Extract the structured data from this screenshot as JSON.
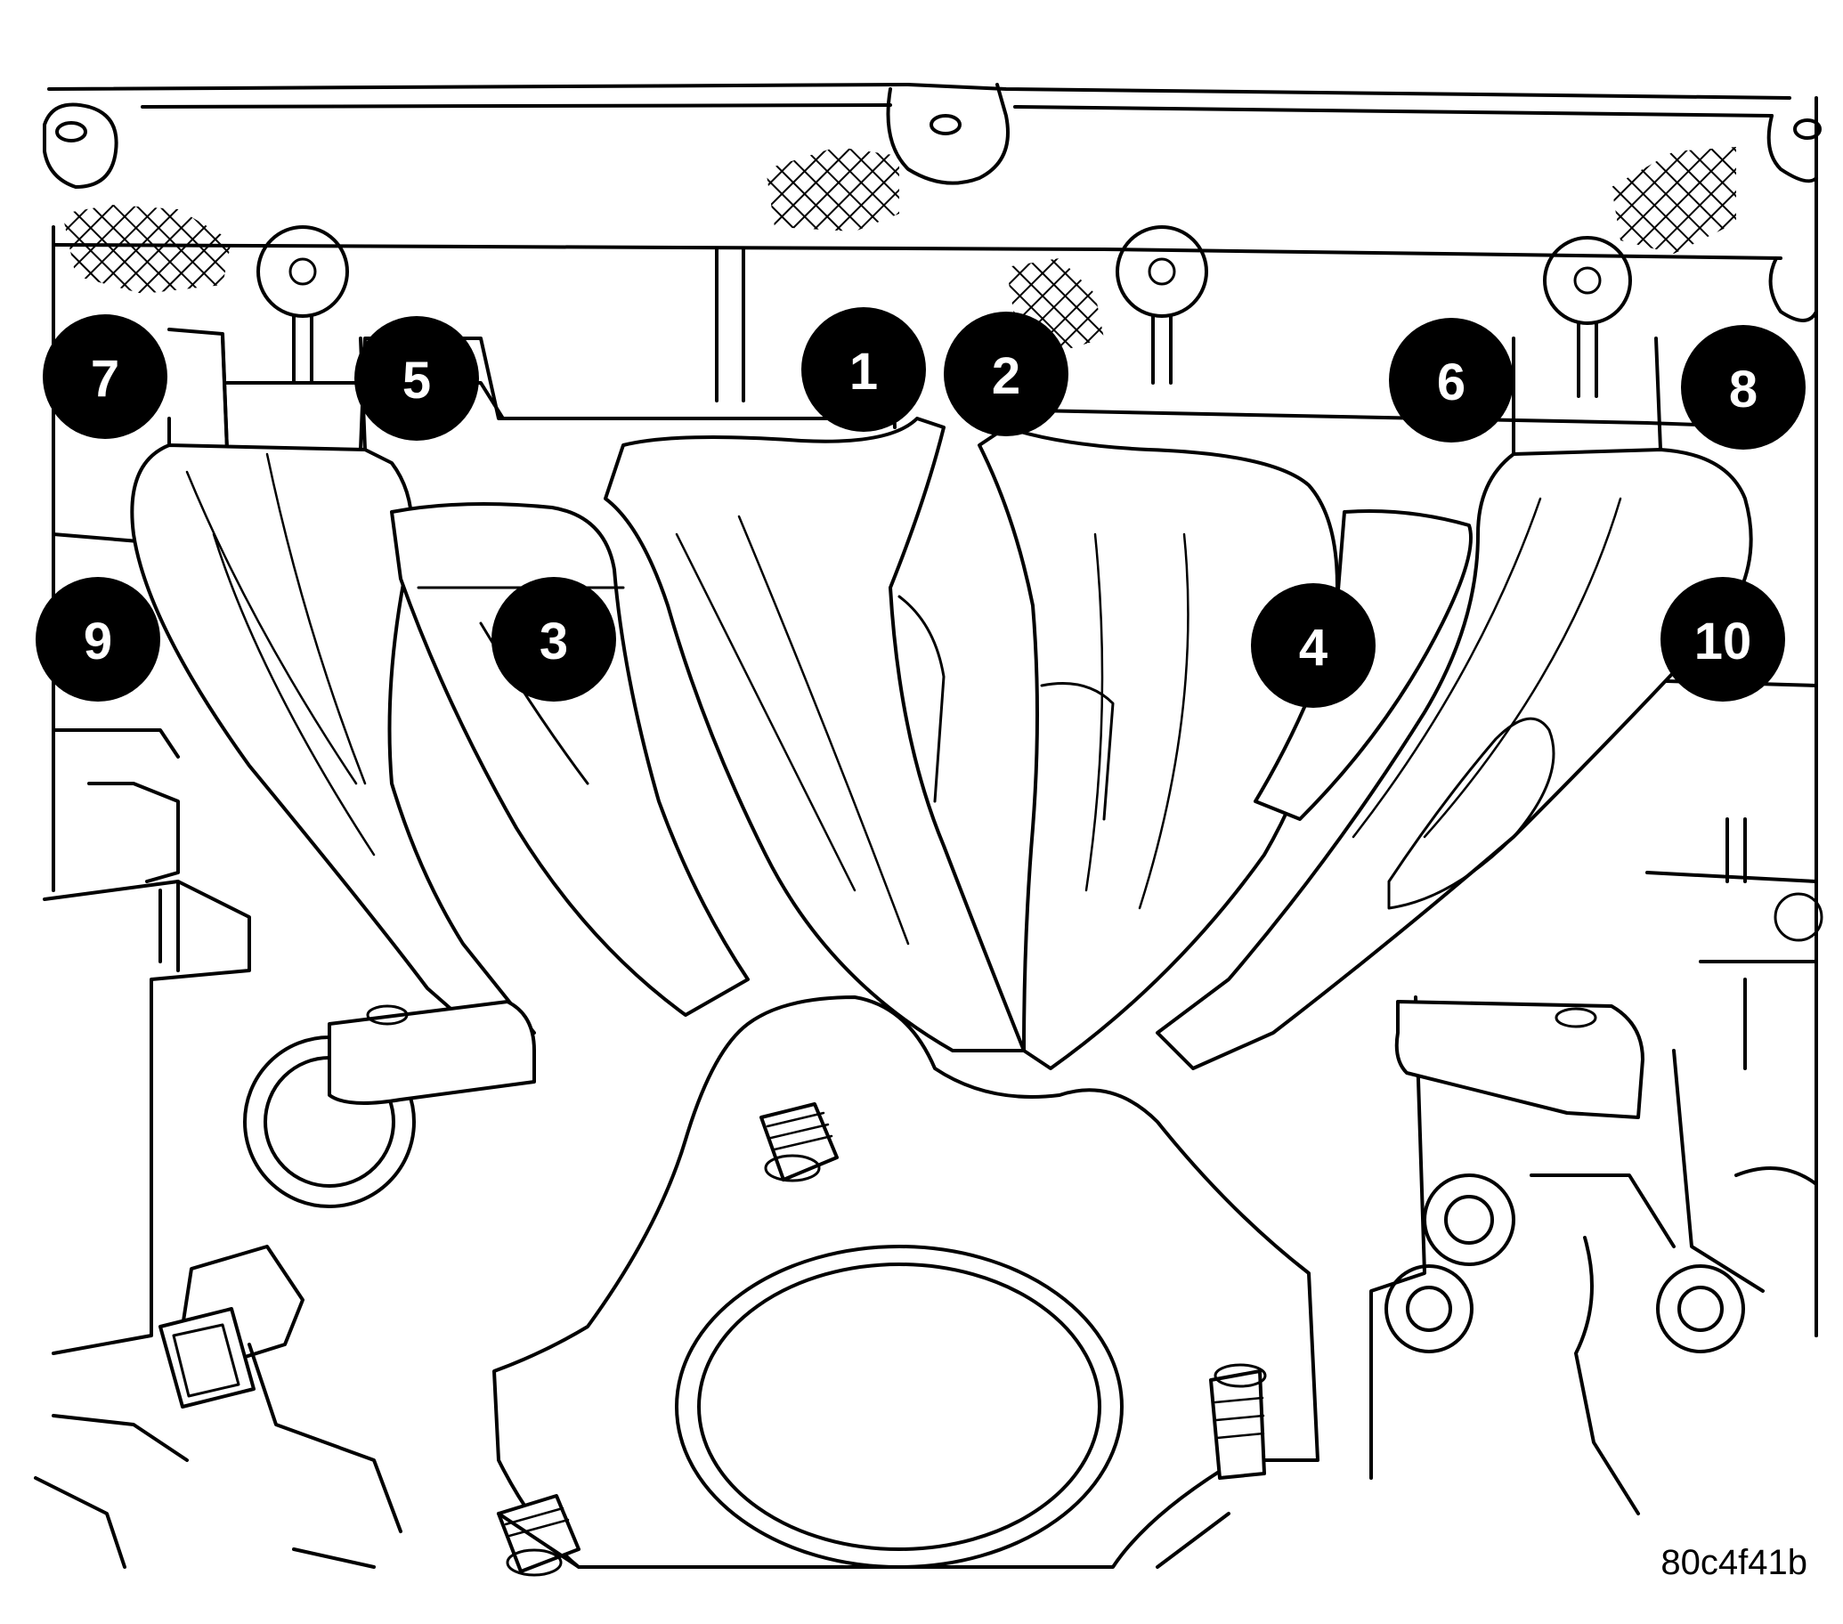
{
  "diagram": {
    "bolt_callouts": [
      {
        "id": "1",
        "label": "1"
      },
      {
        "id": "2",
        "label": "2"
      },
      {
        "id": "3",
        "label": "3"
      },
      {
        "id": "4",
        "label": "4"
      },
      {
        "id": "5",
        "label": "5"
      },
      {
        "id": "6",
        "label": "6"
      },
      {
        "id": "7",
        "label": "7"
      },
      {
        "id": "8",
        "label": "8"
      },
      {
        "id": "9",
        "label": "9"
      },
      {
        "id": "10",
        "label": "10"
      }
    ],
    "figure_code": "80c4f41b"
  }
}
